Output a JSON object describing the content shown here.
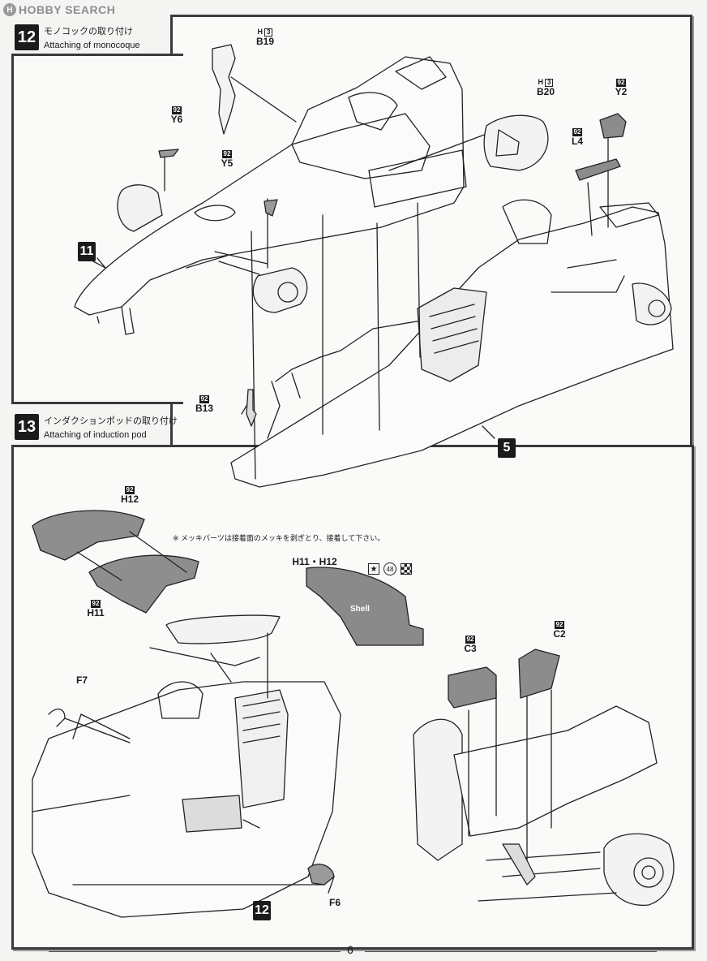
{
  "watermark": {
    "logo": "H",
    "text": "HOBBY SEARCH"
  },
  "step12": {
    "number": "12",
    "title_jp": "モノコックの取り付け",
    "title_en": "Attaching of monocoque",
    "parts": {
      "b19": {
        "sprue": "H",
        "qty": "3",
        "code": "B19"
      },
      "y6": {
        "badge": "92",
        "code": "Y6"
      },
      "y5": {
        "badge": "92",
        "code": "Y5"
      },
      "b20": {
        "sprue": "H",
        "qty": "3",
        "code": "B20"
      },
      "y2": {
        "badge": "92",
        "code": "Y2"
      },
      "l4": {
        "badge": "92",
        "code": "L4"
      },
      "b13": {
        "badge": "92",
        "code": "B13"
      }
    },
    "ref11": "11",
    "ref5": "5"
  },
  "step13": {
    "number": "13",
    "title_jp": "インダクションポッドの取り付け",
    "title_en": "Attaching of induction pod",
    "note": "※ メッキパーツは接着面のメッキを剥ぎとり、接着して下さい。",
    "parts": {
      "h12": {
        "badge": "92",
        "code": "H12"
      },
      "h11": {
        "badge": "92",
        "code": "H11"
      },
      "decal_label": "H11・H12",
      "decal_num": "48",
      "decal_text": "Shell",
      "c3": {
        "badge": "92",
        "code": "C3"
      },
      "c2": {
        "badge": "92",
        "code": "C2"
      },
      "f7": "F7",
      "f6": "F6"
    },
    "ref12": "12"
  },
  "page_number": "6"
}
